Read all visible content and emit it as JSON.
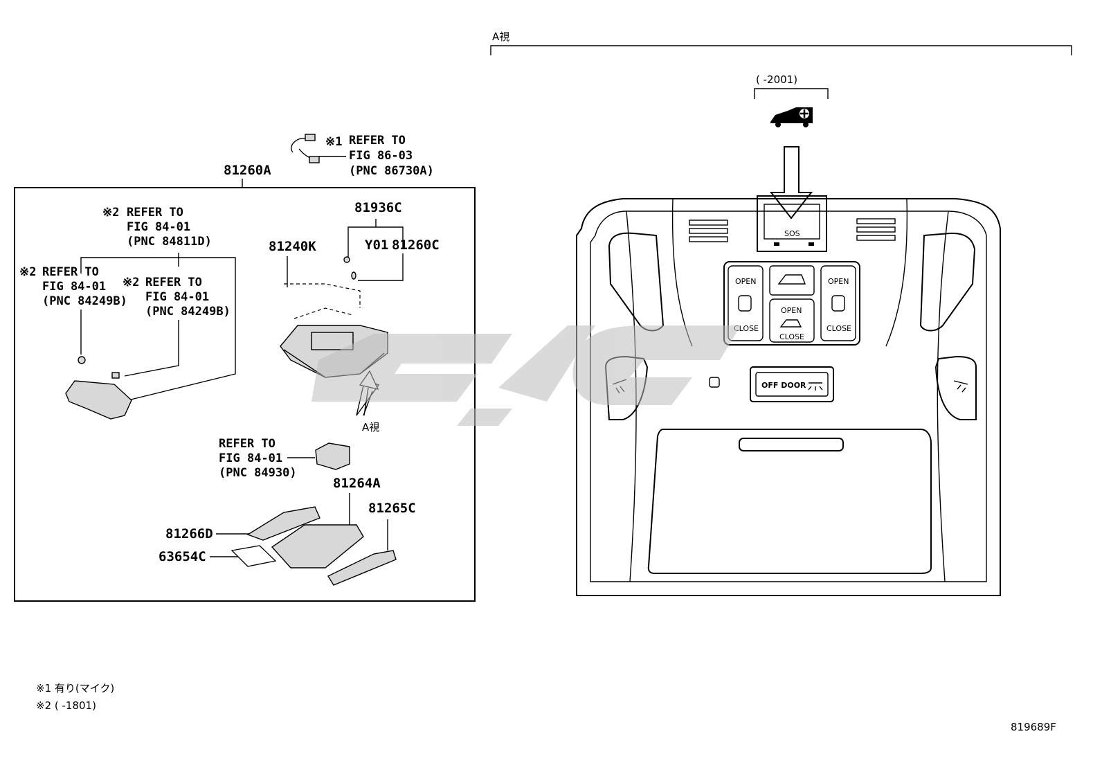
{
  "diagram": {
    "view_label": "A視",
    "view_label_small": "A視",
    "date_range": "(      -2001)",
    "figure_id": "819689F",
    "assembly": {
      "main_pn": "81260A",
      "refer1": {
        "mark": "※1",
        "line1": "REFER TO",
        "line2": "FIG 86-03",
        "line3": "(PNC 86730A)"
      },
      "refer2a": {
        "mark": "※2",
        "line1": "REFER TO",
        "line2": "FIG 84-01",
        "line3": "(PNC 84811D)"
      },
      "refer2b": {
        "mark": "※2",
        "line1": "REFER TO",
        "line2": "FIG 84-01",
        "line3": "(PNC 84249B)"
      },
      "refer2c": {
        "mark": "※2",
        "line1": "REFER TO",
        "line2": "FIG 84-01",
        "line3": "(PNC 84249B)"
      },
      "refer3": {
        "line1": "REFER TO",
        "line2": "FIG 84-01",
        "line3": "(PNC 84930)"
      },
      "parts": [
        "81936C",
        "81240K",
        "Y01",
        "81260C",
        "81264A",
        "81265C",
        "81266D",
        "63654C"
      ]
    },
    "panel": {
      "sos": "SOS",
      "open": "OPEN",
      "close": "CLOSE",
      "off_door": "OFF DOOR"
    },
    "notes": [
      "※1 有り(マイク)",
      "※2 (       -1801)"
    ]
  },
  "colors": {
    "watermark": "#bdbdbd",
    "line": "#000000"
  }
}
